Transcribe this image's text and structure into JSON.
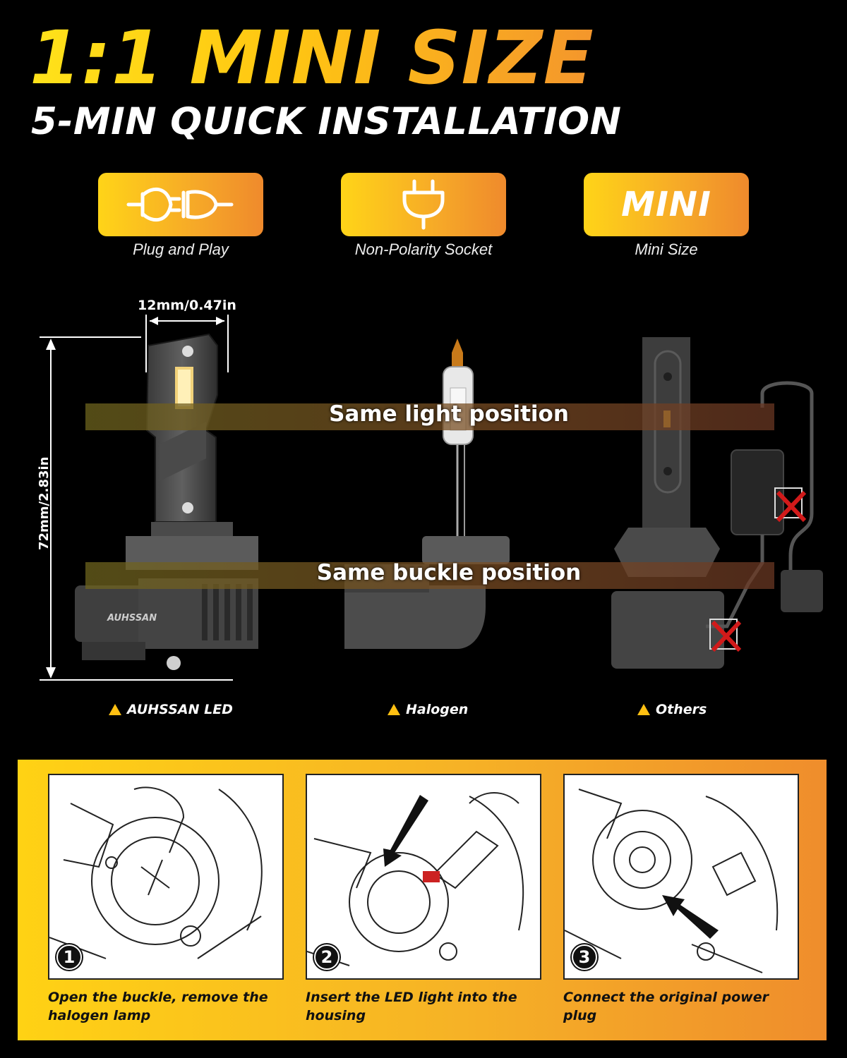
{
  "header": {
    "title": "1:1 MINI SIZE",
    "subtitle": "5-MIN QUICK INSTALLATION"
  },
  "features": [
    {
      "label": "Plug and Play",
      "icon": "plug-connector-icon"
    },
    {
      "label": "Non-Polarity Socket",
      "icon": "power-plug-icon"
    },
    {
      "label": "Mini Size",
      "badge_text": "MINI"
    }
  ],
  "comparison": {
    "width_dimension": "12mm/0.47in",
    "height_dimension": "72mm/2.83in",
    "light_band": "Same light position",
    "buckle_band": "Same buckle position",
    "brand_mark": "AUHSSAN",
    "products": [
      "AUHSSAN LED",
      "Halogen",
      "Others"
    ]
  },
  "steps": [
    {
      "number": "1",
      "text": "Open the buckle, remove the halogen lamp"
    },
    {
      "number": "2",
      "text": "Insert the LED light into the housing"
    },
    {
      "number": "3",
      "text": "Connect the original power plug"
    }
  ],
  "colors": {
    "accent_yellow": "#ffd214",
    "accent_orange": "#ef8d2c",
    "background": "#000000",
    "cross_red": "#d11a1a"
  }
}
